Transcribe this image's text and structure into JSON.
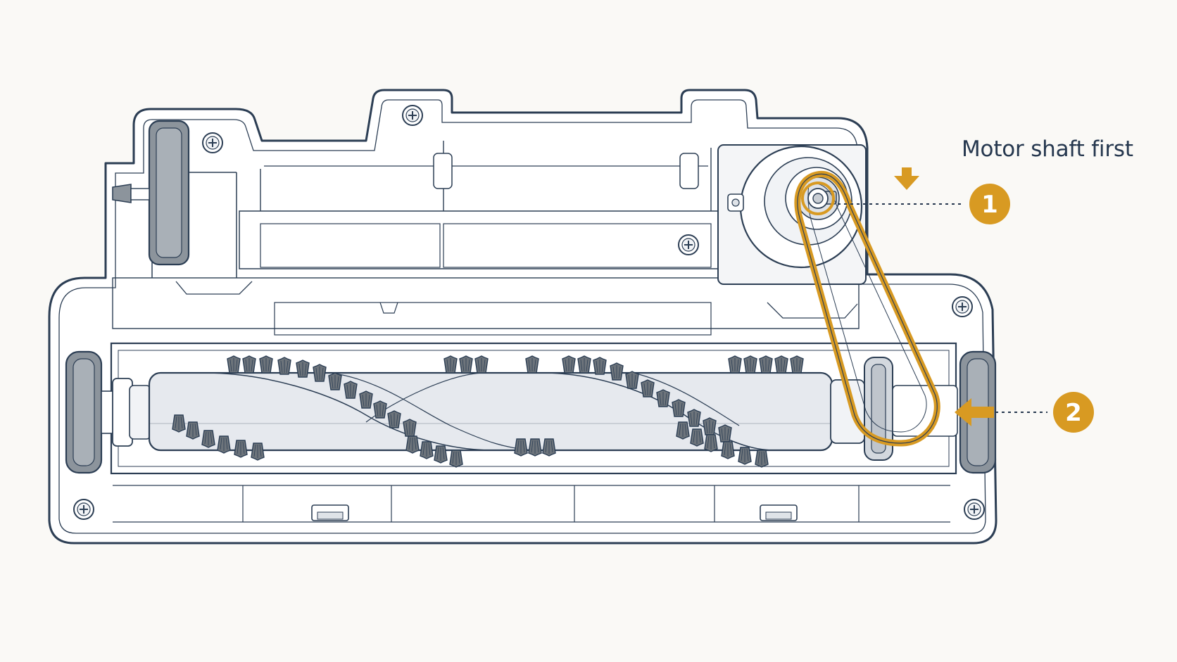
{
  "callout_title": "Motor shaft first",
  "steps": [
    {
      "number": "1"
    },
    {
      "number": "2"
    }
  ],
  "colors": {
    "background": "#faf9f6",
    "outline": "#2c3e54",
    "accent": "#d89a22",
    "housing_fill": "#ffffff",
    "roll_fill": "#e6e9ee",
    "wheel_fill": "#8c949c"
  },
  "icons": [
    "screw-icon",
    "arrow-down-icon",
    "arrow-left-icon"
  ]
}
